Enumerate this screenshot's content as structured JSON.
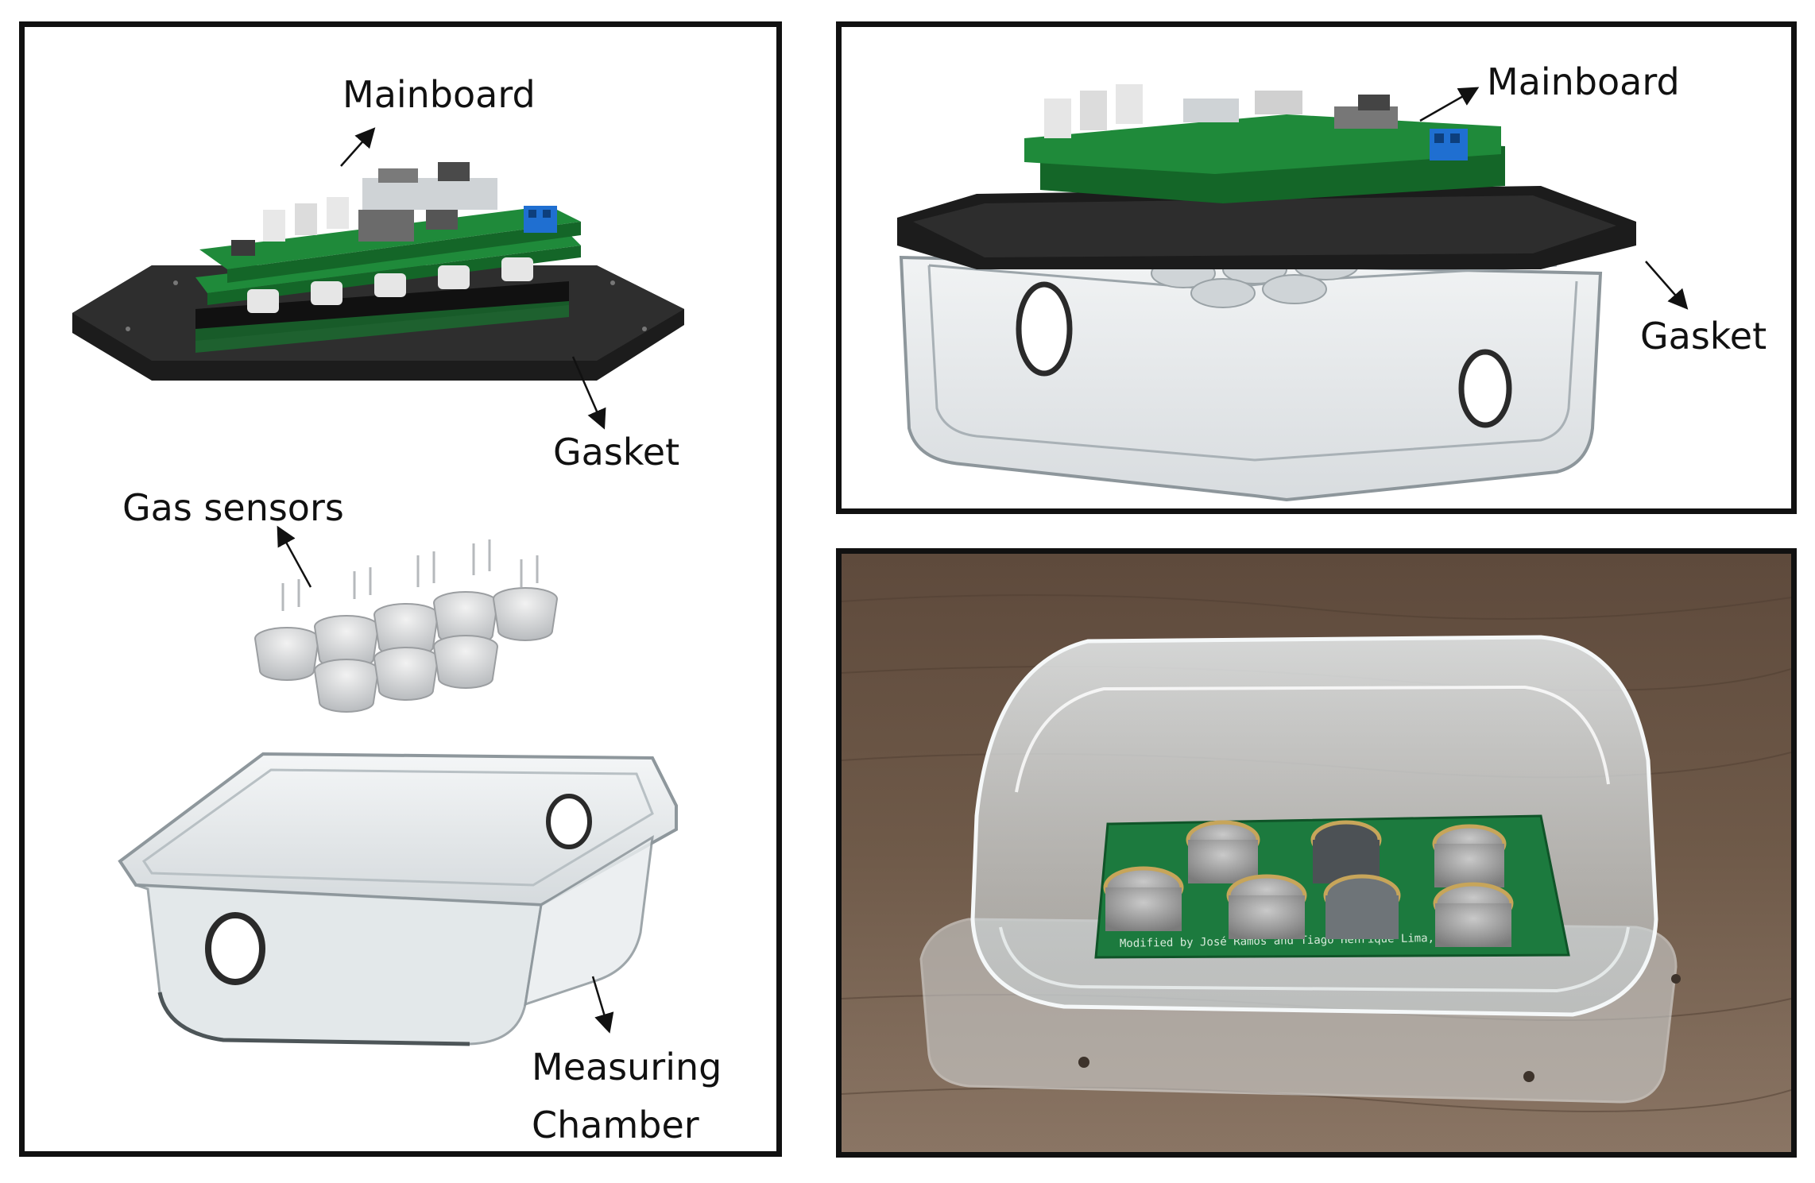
{
  "figure": {
    "panels": [
      {
        "id": "exploded-render",
        "labels": {
          "mainboard": "Mainboard",
          "gasket": "Gasket",
          "gas_sensors": "Gas sensors",
          "measuring_chamber_line1": "Measuring",
          "measuring_chamber_line2": "Chamber"
        }
      },
      {
        "id": "assembled-render",
        "labels": {
          "mainboard": "Mainboard",
          "gasket": "Gasket"
        }
      },
      {
        "id": "photo",
        "board_text": "Modified by José Ramos and Tiago Henrique Lima, 07/01/2021"
      }
    ],
    "colors": {
      "pcb_green": "#1f8a3a",
      "pcb_dark": "#146628",
      "gasket_black": "#1c1c1c",
      "terminal_blue": "#1f6fd1",
      "glass_edge": "#9aa3a8",
      "wood": "#6b5544",
      "frame": "#111111"
    }
  }
}
